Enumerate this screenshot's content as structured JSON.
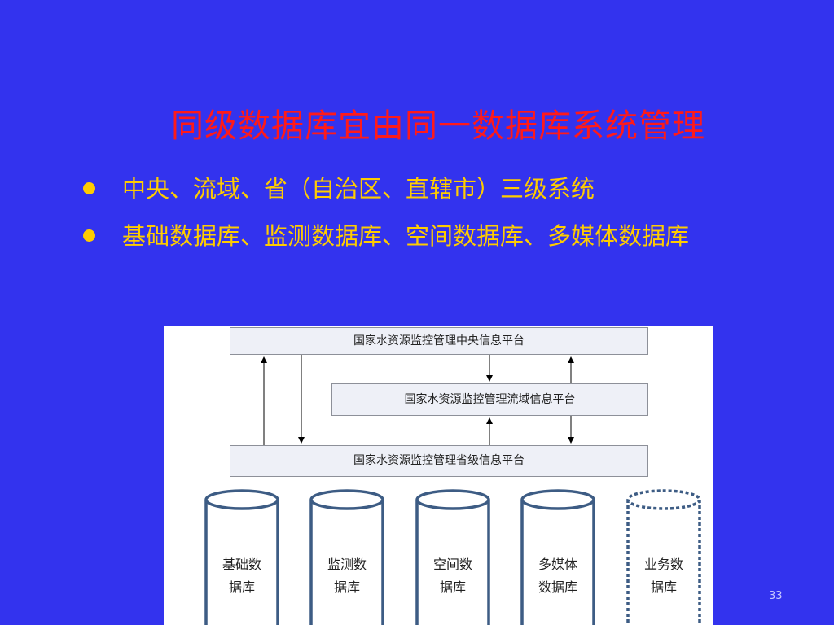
{
  "slide": {
    "title": "同级数据库宜由同一数据库系统管理",
    "bullets": [
      "中央、流域、省（自治区、直辖市）三级系统",
      "基础数据库、监测数据库、空间数据库、多媒体数据库"
    ],
    "page_number": "33"
  },
  "colors": {
    "background": "#3333ee",
    "title": "#ff1a1a",
    "bullet_text": "#ffcc00",
    "cylinder_stroke": "#3d5c84"
  },
  "diagram": {
    "platforms": {
      "central": "国家水资源监控管理中央信息平台",
      "basin": "国家水资源监控管理流域信息平台",
      "provincial": "国家水资源监控管理省级信息平台"
    },
    "databases": [
      {
        "line1": "基础数",
        "line2": "据库",
        "style": "solid"
      },
      {
        "line1": "监测数",
        "line2": "据库",
        "style": "solid"
      },
      {
        "line1": "空间数",
        "line2": "据库",
        "style": "solid"
      },
      {
        "line1": "多媒体",
        "line2": "数据库",
        "style": "solid"
      },
      {
        "line1": "业务数",
        "line2": "据库",
        "style": "dashed"
      }
    ]
  }
}
